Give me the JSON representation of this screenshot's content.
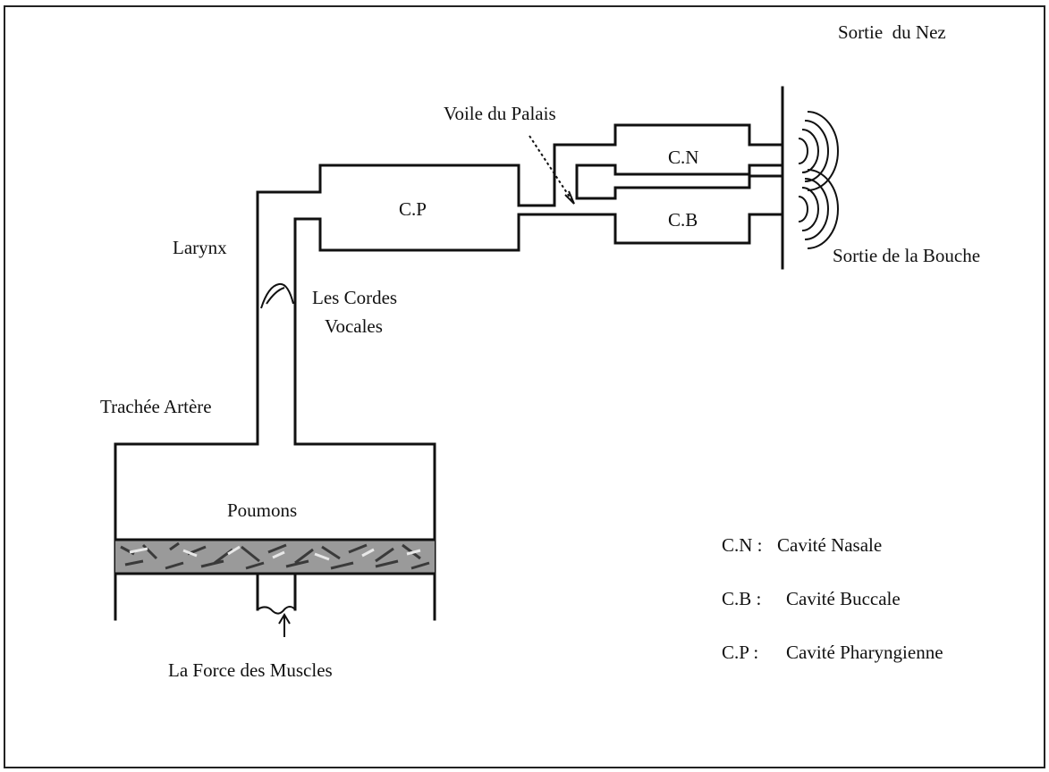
{
  "labels": {
    "larynx": "Larynx",
    "vocal_cords": [
      "Les Cordes",
      "Vocales"
    ],
    "trachea": "Trachée Artère",
    "lungs": "Poumons",
    "muscle_force": "La Force des Muscles",
    "velum": "Voile du Palais",
    "pharyngeal_box": "C.P",
    "nasal_box": "C.N",
    "buccal_box": "C.B",
    "nose_exit": "Sortie  du Nez",
    "mouth_exit": "Sortie de la Bouche"
  },
  "legend": [
    {
      "abbr": "C.N :",
      "full": "Cavité Nasale"
    },
    {
      "abbr": "C.B :",
      "full": "Cavité Buccale"
    },
    {
      "abbr": "C.P :",
      "full": "Cavité Pharyngienne"
    }
  ]
}
